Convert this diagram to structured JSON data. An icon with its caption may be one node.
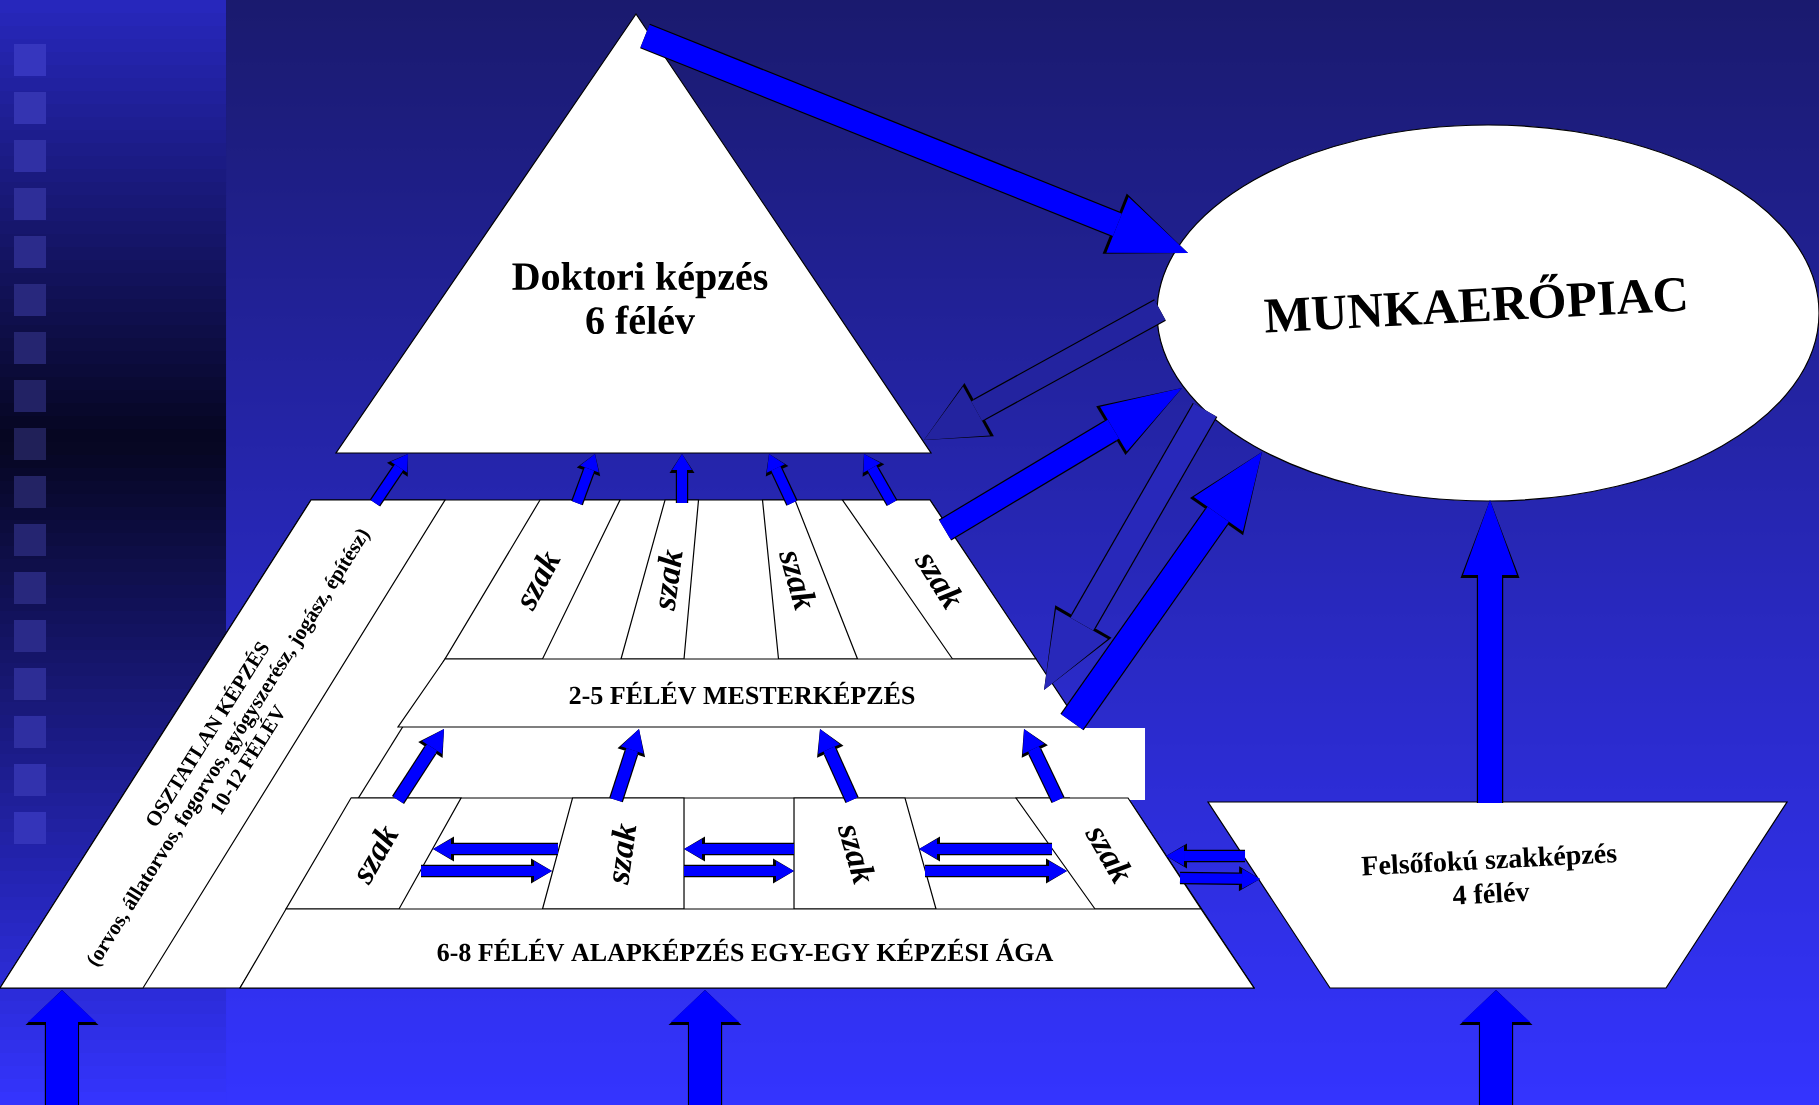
{
  "diagram": {
    "nodes": [
      {
        "text": [
          "Doktori képzés",
          "6 félév"
        ]
      },
      {
        "text": [
          "MUNKAERŐPIAC"
        ]
      },
      {
        "text": [
          "OSZTATLAN KÉPZÉS",
          "(orvos, állatorvos, fogorvos, gyógyszerész, jogász, építész)",
          "10-12 FÉLÉV"
        ]
      },
      {
        "text": [
          "szak"
        ]
      },
      {
        "text": [
          "szak"
        ]
      },
      {
        "text": [
          "szak"
        ]
      },
      {
        "text": [
          "szak"
        ]
      },
      {
        "text": [
          "2-5 FÉLÉV MESTERKÉPZÉS"
        ]
      },
      {
        "text": [
          "szak"
        ]
      },
      {
        "text": [
          "szak"
        ]
      },
      {
        "text": [
          "szak"
        ]
      },
      {
        "text": [
          "szak"
        ]
      },
      {
        "text": [
          "6-8 FÉLÉV ALAPKÉPZÉS EGY-EGY KÉPZÉSI ÁGA"
        ]
      },
      {
        "text": [
          "Felsőfokú szakképzés",
          "4 félév"
        ]
      }
    ],
    "edges": [
      {
        "from": null,
        "to": 2,
        "arrow": "to",
        "style": "thick"
      },
      {
        "from": null,
        "to": 12,
        "arrow": "to",
        "style": "thick"
      },
      {
        "from": null,
        "to": 13,
        "arrow": "to",
        "style": "thick"
      },
      {
        "from": 2,
        "to": 0,
        "arrow": "to"
      },
      {
        "from": 3,
        "to": 0,
        "arrow": "to"
      },
      {
        "from": 4,
        "to": 0,
        "arrow": "to"
      },
      {
        "from": 5,
        "to": 0,
        "arrow": "to"
      },
      {
        "from": 6,
        "to": 0,
        "arrow": "to"
      },
      {
        "from": 8,
        "to": 7,
        "arrow": "to"
      },
      {
        "from": 9,
        "to": 7,
        "arrow": "to"
      },
      {
        "from": 10,
        "to": 7,
        "arrow": "to"
      },
      {
        "from": 11,
        "to": 7,
        "arrow": "to"
      },
      {
        "from": 9,
        "to": 8,
        "arrow": "to"
      },
      {
        "from": 8,
        "to": 9,
        "arrow": "to"
      },
      {
        "from": 10,
        "to": 9,
        "arrow": "to"
      },
      {
        "from": 9,
        "to": 10,
        "arrow": "to"
      },
      {
        "from": 11,
        "to": 10,
        "arrow": "to"
      },
      {
        "from": 10,
        "to": 11,
        "arrow": "to"
      },
      {
        "from": 13,
        "to": 11,
        "arrow": "to"
      },
      {
        "from": 11,
        "to": 13,
        "arrow": "to"
      },
      {
        "from": 0,
        "to": 1,
        "arrow": "to",
        "style": "thick"
      },
      {
        "from": 1,
        "to": 0,
        "arrow": "to",
        "style": "thick",
        "color": "#23239f"
      },
      {
        "from": 6,
        "to": 1,
        "arrow": "to",
        "style": "thick"
      },
      {
        "from": 1,
        "to": 7,
        "arrow": "to",
        "style": "thick",
        "color": "#2828ba"
      },
      {
        "from": 7,
        "to": 1,
        "arrow": "to",
        "style": "thick"
      },
      {
        "from": 13,
        "to": 1,
        "arrow": "to",
        "style": "thick"
      }
    ]
  }
}
